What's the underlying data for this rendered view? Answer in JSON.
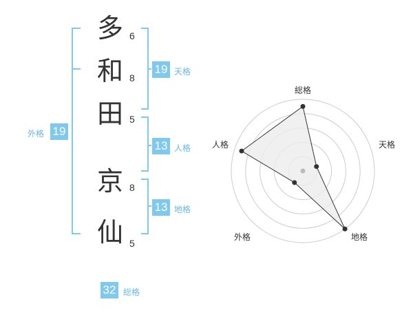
{
  "name": {
    "chars": [
      {
        "char": "多",
        "strokes": "6"
      },
      {
        "char": "和",
        "strokes": "8"
      },
      {
        "char": "田",
        "strokes": "5"
      },
      {
        "char": "京",
        "strokes": "8"
      },
      {
        "char": "仙",
        "strokes": "5"
      }
    ]
  },
  "kakusuu": {
    "tenkaku": {
      "label": "天格",
      "value": "19"
    },
    "jinkaku": {
      "label": "人格",
      "value": "13"
    },
    "chikaku": {
      "label": "地格",
      "value": "13"
    },
    "gaikaku": {
      "label": "外格",
      "value": "19"
    },
    "soukaku": {
      "label": "総格",
      "value": "32"
    }
  },
  "radar": {
    "axes": [
      "総格",
      "天格",
      "地格",
      "外格",
      "人格"
    ],
    "levels": 5,
    "values": [
      4.5,
      1.0,
      5.0,
      1.0,
      4.5
    ],
    "max": 5,
    "colors": {
      "fill": "#ececec",
      "stroke": "#333333",
      "grid": "#cccccc",
      "point": "#333333",
      "center": "#bbbbbb"
    }
  },
  "colors": {
    "accent": "#7fc9ef",
    "label": "#69b9e2",
    "bracket": "#7fc9ef"
  }
}
